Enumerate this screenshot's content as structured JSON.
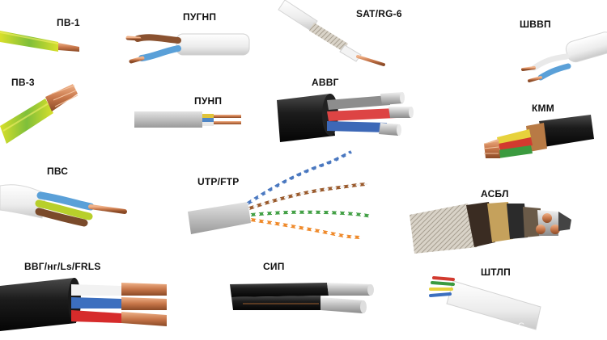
{
  "labels": {
    "pv1": "ПВ-1",
    "pugnp": "ПУГНП",
    "sat": "SAT/RG-6",
    "shvvp": "ШВВП",
    "pv3": "ПВ-3",
    "punp": "ПУНП",
    "avvg": "АВВГ",
    "kmm": "КММ",
    "pvs": "ПВС",
    "utp": "UTP/FTP",
    "asbl": "АСБЛ",
    "vvg": "ВВГ/нг/Ls/FRLS",
    "sip": "СИП",
    "shtlp": "ШТЛП"
  },
  "watermark": "С",
  "colors": {
    "copper": "#c8774a",
    "yellow_green": "#b9cc2a",
    "jacket_black": "#1b1b1b",
    "jacket_white": "#f1f1f1",
    "jacket_grey": "#c7c7c7"
  }
}
